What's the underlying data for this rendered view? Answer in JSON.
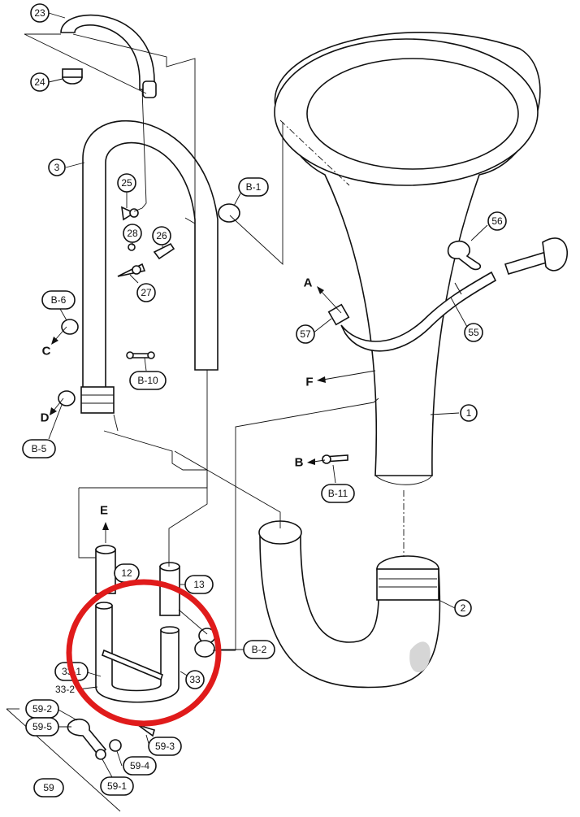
{
  "labels": {
    "p23": "23",
    "p24": "24",
    "p3": "3",
    "p25": "25",
    "p26": "26",
    "p28": "28",
    "p27": "27",
    "pB1": "B-1",
    "pB6": "B-6",
    "pB10": "B-10",
    "pB5": "B-5",
    "pB11": "B-11",
    "pB2": "B-2",
    "p56": "56",
    "p57": "57",
    "p55": "55",
    "p1": "1",
    "p12": "12",
    "p13": "13",
    "p33": "33",
    "p2": "2",
    "p33_1": "33-1",
    "p33_2": "33-2",
    "p59_2": "59-2",
    "p59_5": "59-5",
    "p59_3": "59-3",
    "p59_4": "59-4",
    "p59_1": "59-1",
    "p59": "59"
  },
  "direction_markers": {
    "A": "A",
    "B": "B",
    "C": "C",
    "D": "D",
    "E": "E",
    "F": "F"
  },
  "colors": {
    "line": "#111111",
    "highlight_circle": "#e01b1b",
    "background": "#ffffff"
  }
}
